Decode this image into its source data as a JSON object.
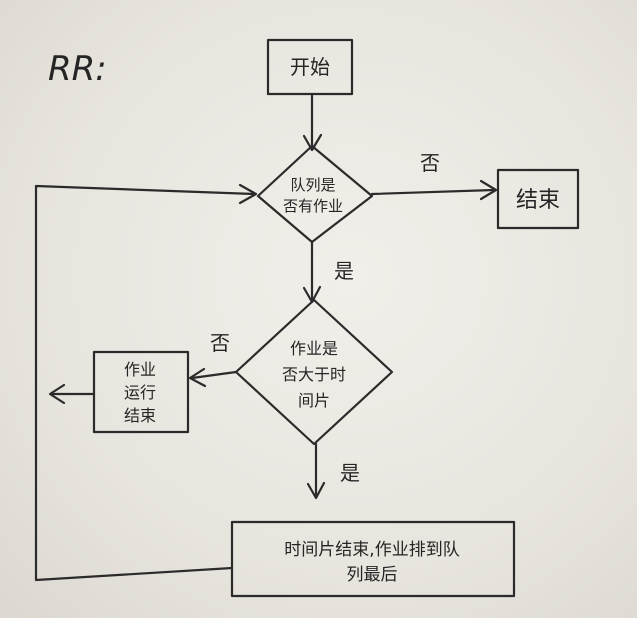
{
  "title": "RR:",
  "nodes": {
    "start": "开始",
    "queue_check": [
      "队列是",
      "否有作业"
    ],
    "end": "结束",
    "time_check": [
      "作业是",
      "否大于时",
      "间片"
    ],
    "job_done": [
      "作业",
      "运行",
      "结束"
    ],
    "requeue": [
      "时间片结束,作业排到队",
      "列最后"
    ]
  },
  "edges": {
    "queue_no": "否",
    "queue_yes": "是",
    "time_no": "否",
    "time_yes": "是"
  }
}
